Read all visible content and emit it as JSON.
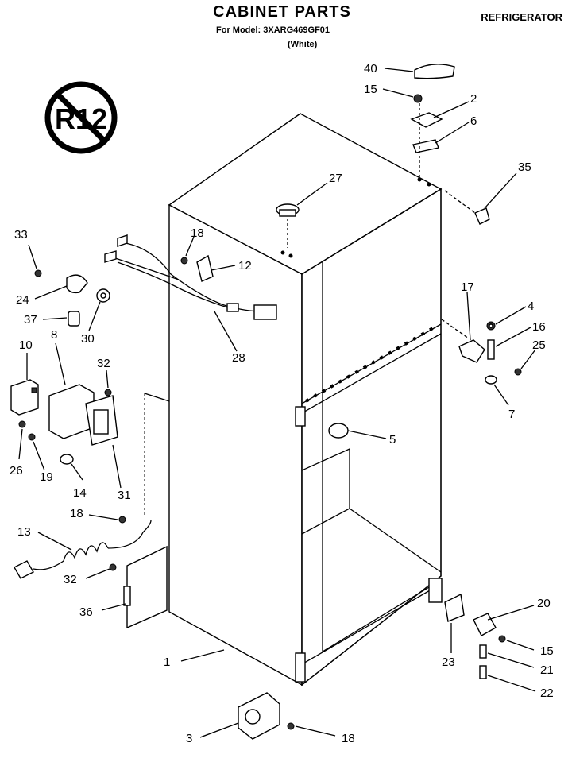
{
  "header": {
    "title": "CABINET PARTS",
    "model_line": "For Model: 3XARG469GF01",
    "color_line": "(White)",
    "category": "REFRIGERATOR"
  },
  "badge": {
    "text": "R12"
  },
  "callouts": [
    "40",
    "15",
    "2",
    "6",
    "35",
    "27",
    "33",
    "18",
    "12",
    "24",
    "37",
    "30",
    "10",
    "8",
    "32",
    "28",
    "17",
    "4",
    "16",
    "25",
    "7",
    "5",
    "26",
    "19",
    "14",
    "31",
    "18",
    "13",
    "32",
    "36",
    "20",
    "15",
    "21",
    "22",
    "23",
    "1",
    "3",
    "18"
  ]
}
